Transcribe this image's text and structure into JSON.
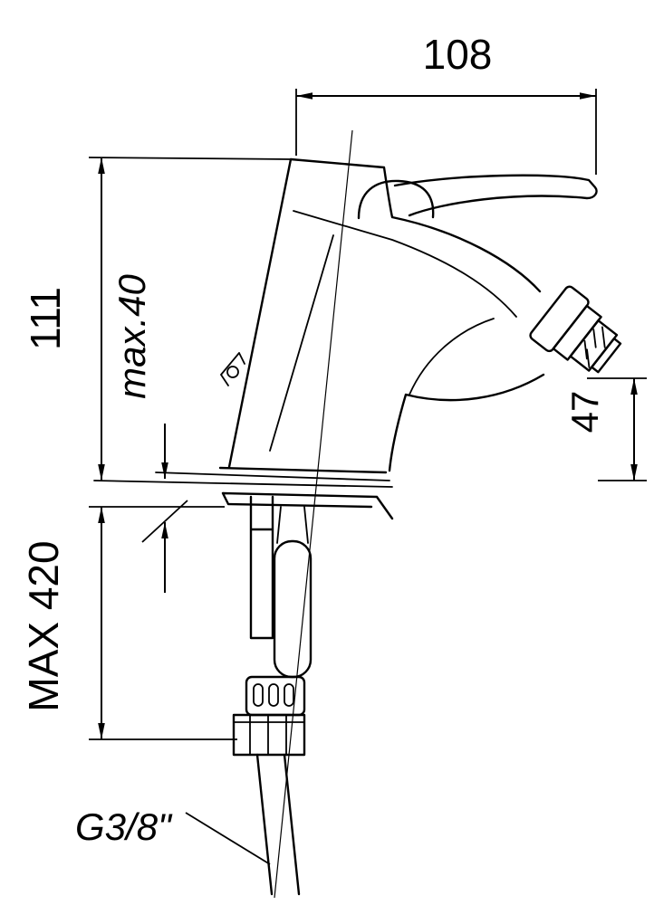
{
  "diagram": {
    "type": "technical-drawing",
    "subject": "single-lever bidet mixer, side view with installation dimensions",
    "dimensions": {
      "top_width": "108",
      "body_height": "111",
      "deck_thickness": "max.40",
      "outlet_height": "47",
      "hose_length": "MAX 420",
      "thread_size": "G3/8\""
    }
  }
}
